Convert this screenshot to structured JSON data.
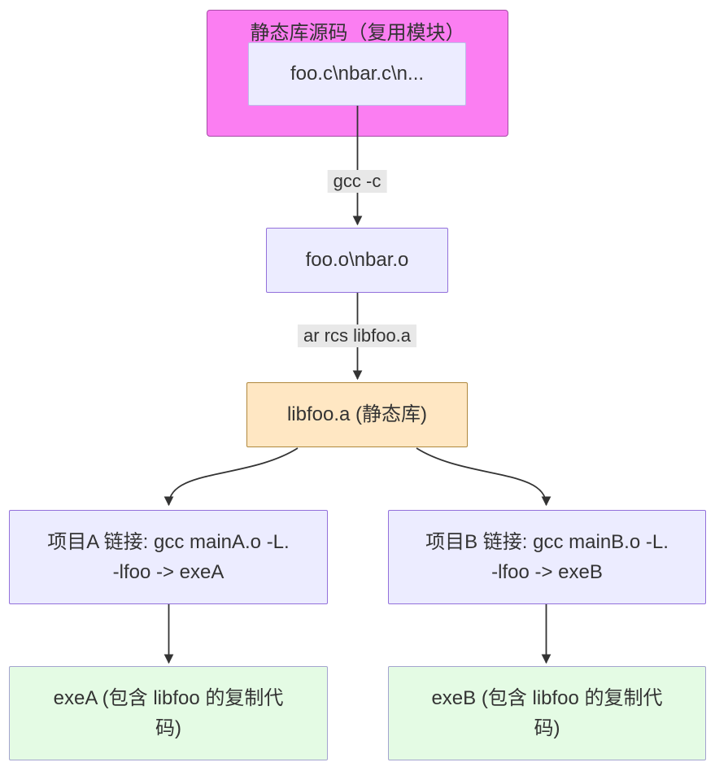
{
  "diagram": {
    "subgraph_source": {
      "title": "静态库源码（复用模块）",
      "node_label": "foo.c\\nbar.c\\n..."
    },
    "edge_labels": {
      "compile": "gcc -c",
      "archive": "ar rcs libfoo.a"
    },
    "nodes": {
      "objects": "foo.o\\nbar.o",
      "library": "libfoo.a (静态库)",
      "link_a": "项目A 链接: gcc mainA.o -L. -lfoo -> exeA",
      "link_b": "项目B 链接: gcc mainB.o -L. -lfoo -> exeB",
      "exe_a": "exeA (包含 libfoo 的复制代码)",
      "exe_b": "exeB (包含 libfoo 的复制代码)"
    },
    "colors": {
      "subgraph_fill": "#fb7ef2",
      "subgraph_border": "#a64ca6",
      "node_fill": "#ececff",
      "node_border": "#9370db",
      "inner_border": "#bdbdea",
      "library_fill": "#ffe7c3",
      "library_border": "#b0883d",
      "exe_fill": "#e4fbe4",
      "exe_border": "#a4a4cf",
      "edge_label_bg": "#e8e8e8",
      "line": "#333333"
    }
  }
}
